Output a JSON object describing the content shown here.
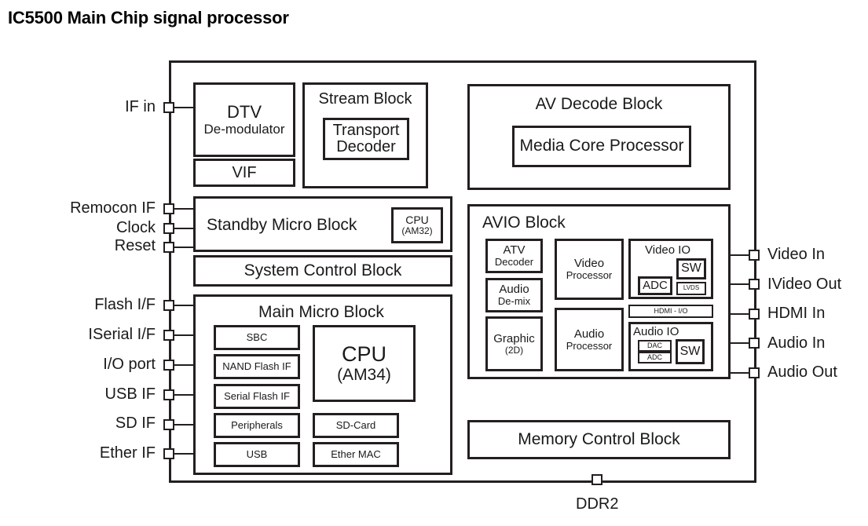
{
  "title": "IC5500 Main Chip signal processor",
  "chip": {
    "left_pins": [
      {
        "label": "IF in"
      },
      {
        "label": "Remocon IF"
      },
      {
        "label": "Clock"
      },
      {
        "label": "Reset"
      },
      {
        "label": "Flash I/F"
      },
      {
        "label": "ISerial I/F"
      },
      {
        "label": "I/O port"
      },
      {
        "label": "USB IF"
      },
      {
        "label": "SD IF"
      },
      {
        "label": "Ether IF"
      }
    ],
    "right_pins": [
      {
        "label": "Video In"
      },
      {
        "label": "IVideo Out"
      },
      {
        "label": "HDMI In"
      },
      {
        "label": "Audio In"
      },
      {
        "label": "Audio Out"
      }
    ],
    "bottom_pin": {
      "label": "DDR2"
    },
    "blocks": {
      "dtv": {
        "title": "DTV",
        "subtitle": "De-modulator"
      },
      "vif": {
        "title": "VIF"
      },
      "stream": {
        "title": "Stream Block",
        "transport": "Transport Decoder"
      },
      "av_decode": {
        "title": "AV Decode Block",
        "media_core": "Media Core Processor"
      },
      "standby": {
        "title": "Standby Micro Block",
        "cpu": "CPU",
        "cpu_model": "(AM32)"
      },
      "system_control": {
        "title": "System Control Block"
      },
      "main_micro": {
        "title": "Main Micro Block",
        "cpu": "CPU",
        "cpu_model": "(AM34)",
        "items": [
          "SBC",
          "NAND Flash IF",
          "Serial Flash IF",
          "Peripherals",
          "USB"
        ],
        "right_items": [
          "SD-Card",
          "Ether MAC"
        ]
      },
      "avio": {
        "title": "AVIO Block",
        "atv": {
          "title": "ATV",
          "subtitle": "Decoder"
        },
        "audio_demix": {
          "title": "Audio",
          "subtitle": "De-mix"
        },
        "graphic": {
          "title": "Graphic",
          "subtitle": "(2D)"
        },
        "video_processor": {
          "title": "Video",
          "subtitle": "Processor"
        },
        "audio_processor": {
          "title": "Audio",
          "subtitle": "Processor"
        },
        "video_io": {
          "title": "Video IO",
          "sw": "SW",
          "adc": "ADC",
          "lvds": "LVDS"
        },
        "hdmi_io": {
          "title": "HDMI - I/O"
        },
        "audio_io": {
          "title": "Audio IO",
          "dac": "DAC",
          "adc": "ADC",
          "sw": "SW"
        }
      },
      "memory_control": {
        "title": "Memory Control Block"
      }
    }
  }
}
